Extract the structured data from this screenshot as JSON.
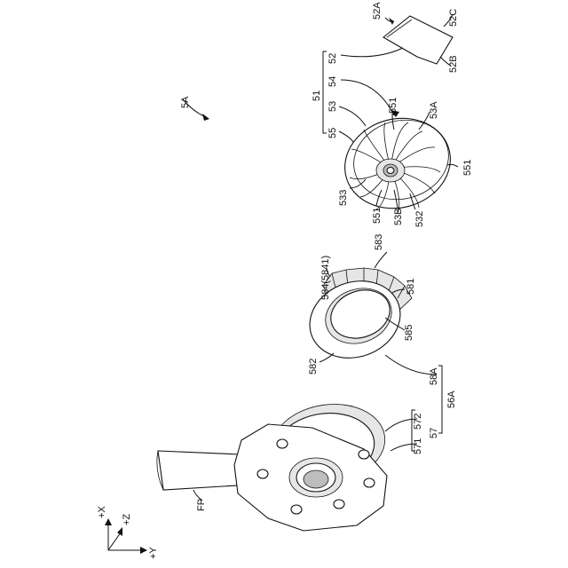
{
  "figure": {
    "assembly_label": "5A",
    "labels": {
      "l52A": "52A",
      "l52C": "52C",
      "l52B": "52B",
      "l52": "52",
      "l51": "51",
      "l54": "54",
      "l53": "53",
      "l55": "55",
      "l551a": "551",
      "l53A": "53A",
      "l551b": "551",
      "l533": "533",
      "l551c": "551",
      "l53B": "53B",
      "l532": "532",
      "l583": "583",
      "l584": "584(5841)",
      "l581": "581",
      "l585": "585",
      "l582": "582",
      "l58A": "58A",
      "l56A": "56A",
      "l572": "572",
      "l571": "571",
      "l57": "57",
      "lFP": "FP"
    },
    "axes": {
      "x": "+X",
      "z": "+Z",
      "y": "+Y"
    }
  }
}
